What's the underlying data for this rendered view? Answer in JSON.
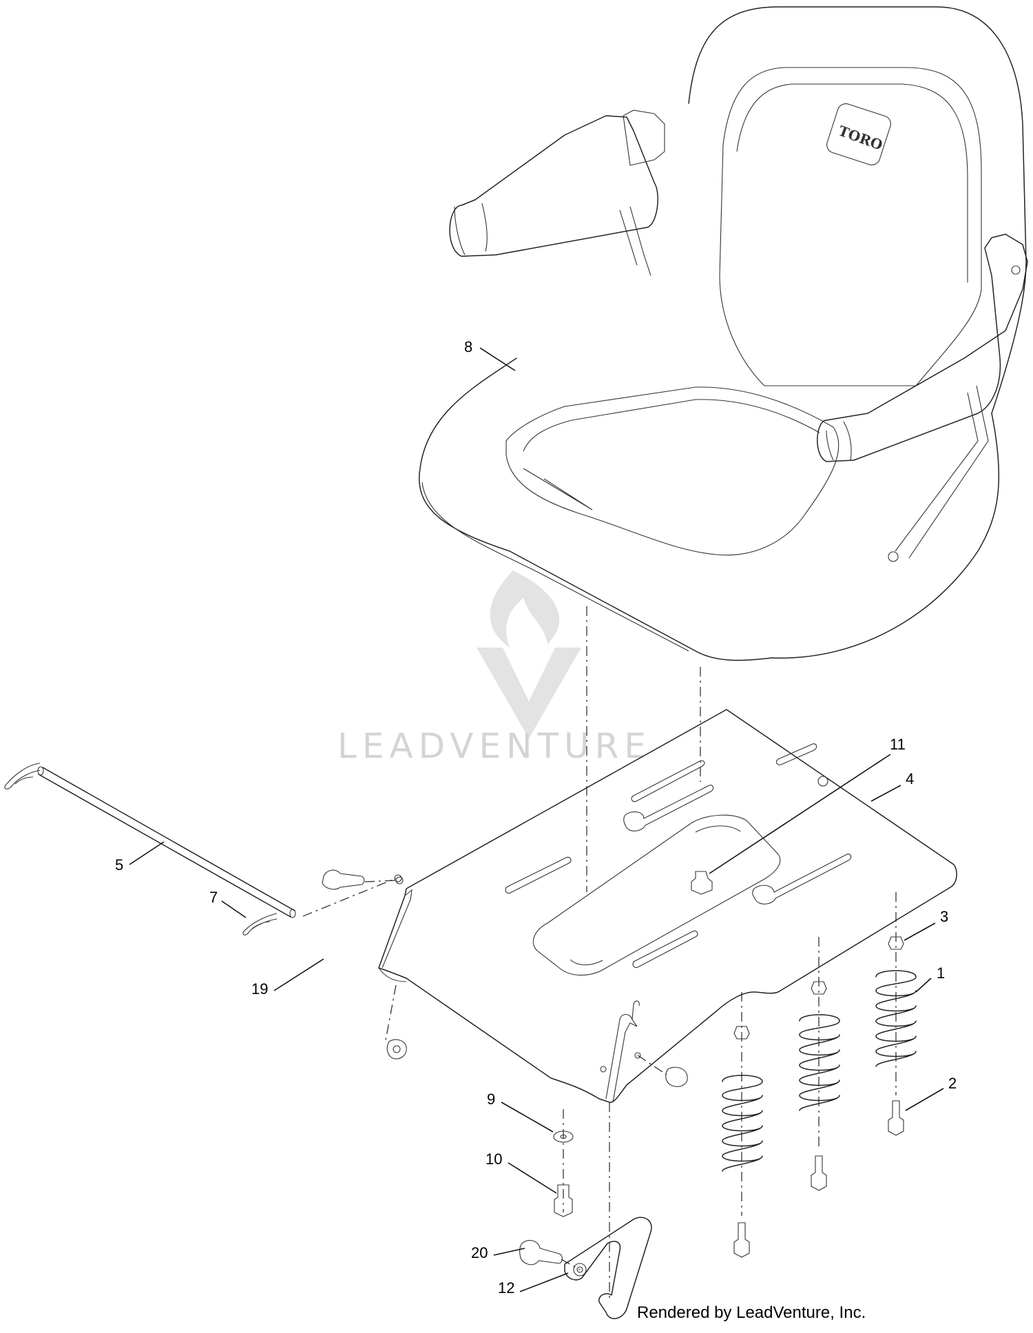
{
  "diagram": {
    "brand_mark": "TORO",
    "watermark_text": "LEADVENTURE",
    "credit_text": "Rendered by LeadVenture, Inc.",
    "callouts": {
      "c1": "1",
      "c2": "2",
      "c3": "3",
      "c4": "4",
      "c5": "5",
      "c7": "7",
      "c8": "8",
      "c9": "9",
      "c10": "10",
      "c11": "11",
      "c12": "12",
      "c19": "19",
      "c20": "20"
    }
  }
}
